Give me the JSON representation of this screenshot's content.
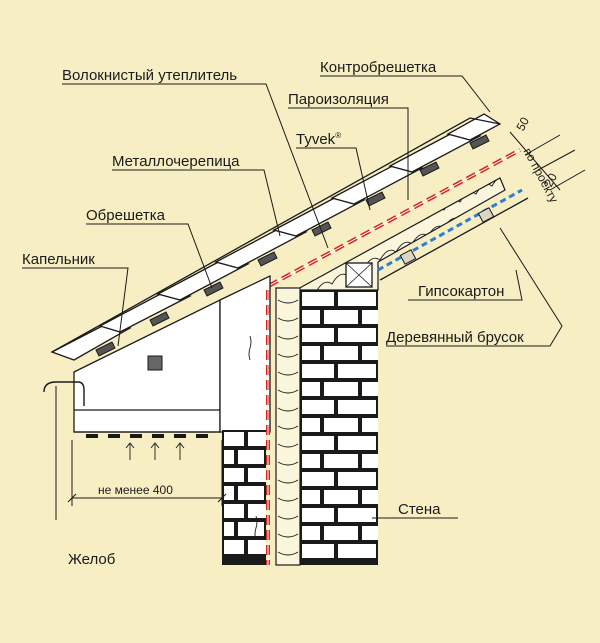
{
  "labels": {
    "fiber_insulation": "Волокнистый утеплитель",
    "counter_batten": "Контробрешетка",
    "vapor_barrier": "Пароизоляция",
    "tyvek": "Tyvek",
    "tyvek_mark": "®",
    "metal_tile": "Металлочерепица",
    "lathing": "Обрешетка",
    "drip_edge": "Капельник",
    "drywall": "Гипсокартон",
    "wooden_bar": "Деревянный брусок",
    "wall": "Стена",
    "gutter": "Желоб",
    "min_overhang": "не менее 400"
  },
  "dimensions": {
    "gap_top": "50",
    "gap_bottom": "20",
    "per_project": "по проекту"
  },
  "colors": {
    "background": "#f7eec4",
    "membrane_red": "#d9261c",
    "vapor_blue": "#2a7fd4",
    "brick_fill": "#ffffff",
    "insulation_fill": "#fbf5dc",
    "line": "#1a1a1a"
  }
}
